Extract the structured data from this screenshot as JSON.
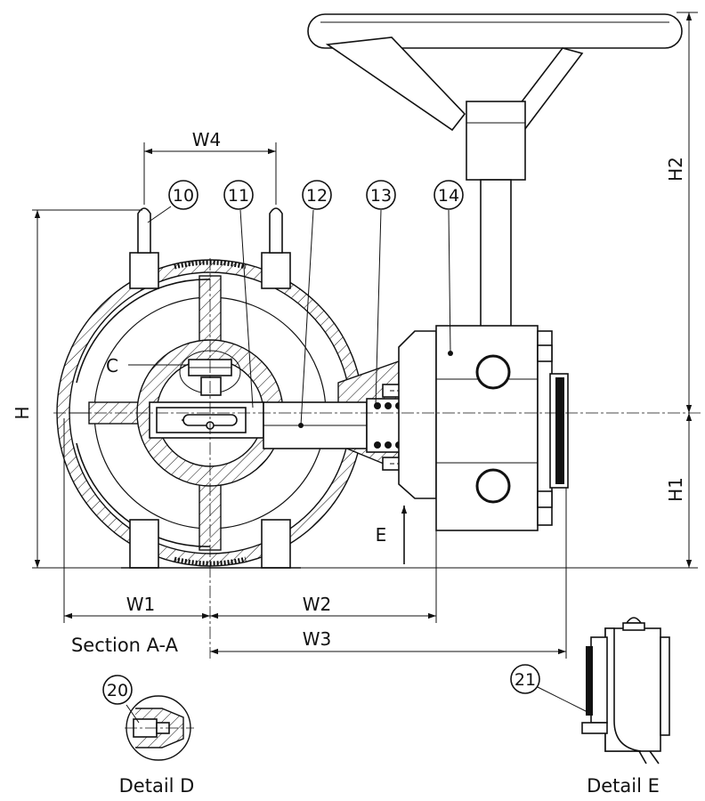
{
  "dimensions": {
    "w4": "W4",
    "h": "H",
    "h2": "H2",
    "h1": "H1",
    "w1": "W1",
    "w2": "W2",
    "w3": "W3"
  },
  "callouts": [
    "10",
    "11",
    "12",
    "13",
    "14",
    "20",
    "21"
  ],
  "markers": {
    "c": "C",
    "e": "E"
  },
  "captions": {
    "section": "Section A-A",
    "detail_d": "Detail  D",
    "detail_e": "Detail  E"
  }
}
